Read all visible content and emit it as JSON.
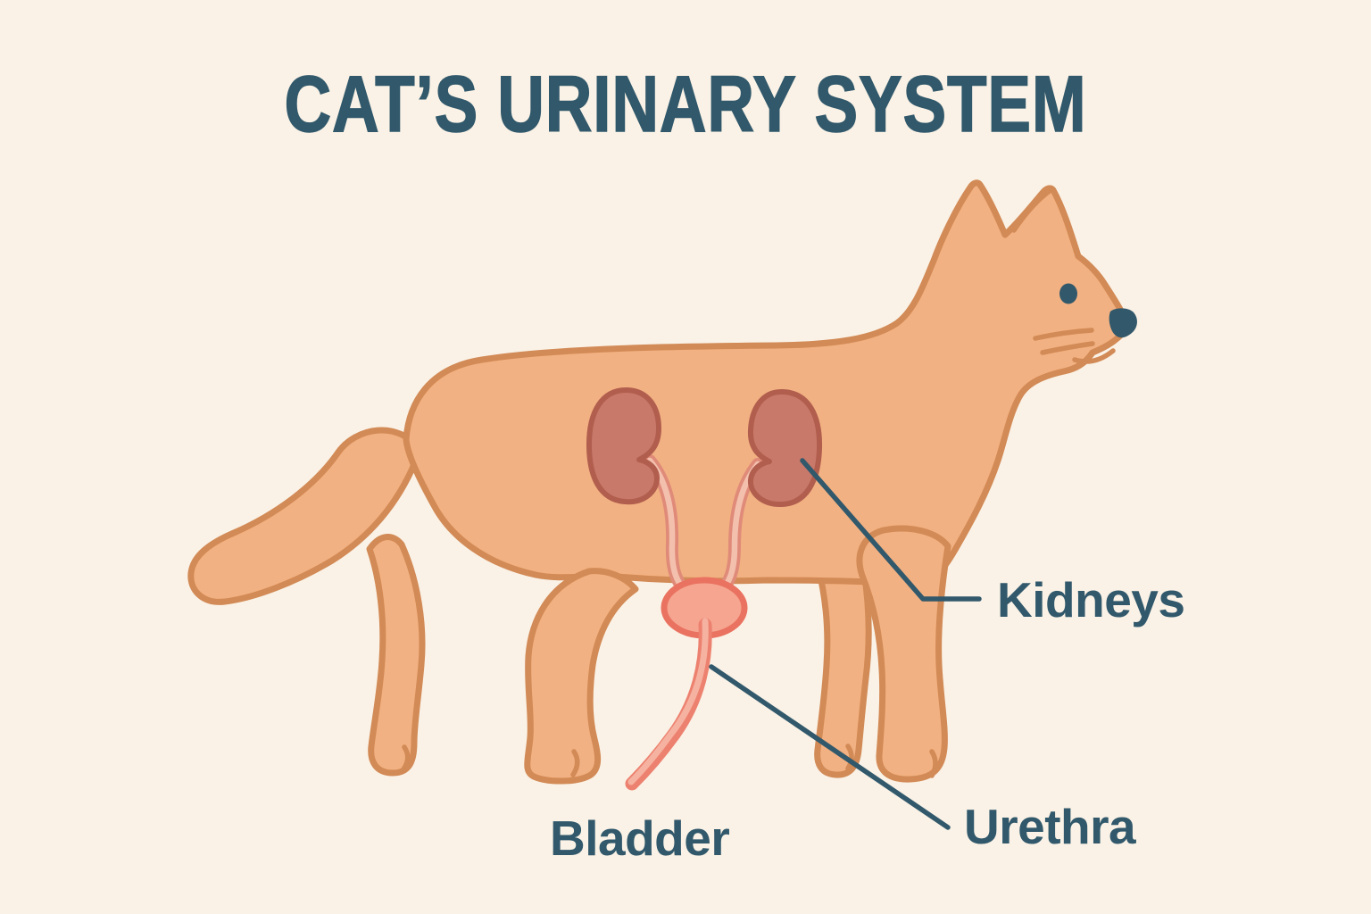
{
  "title": "CAT’S URINARY SYSTEM",
  "diagram": {
    "subject": "cat-urinary-system",
    "labels": [
      {
        "id": "kidneys",
        "text": "Kidneys",
        "leader_line": true
      },
      {
        "id": "bladder",
        "text": "Bladder",
        "leader_line": false
      },
      {
        "id": "urethra",
        "text": "Urethra",
        "leader_line": true
      }
    ]
  },
  "colors": {
    "bg": "#FAF2E6",
    "ink": "#31586B",
    "body_fill": "#F2B182",
    "body_outline": "#D28A56",
    "kidney_fill": "#C8796A",
    "kidney_outline": "#B15E4E",
    "ureter_outer": "#E08B79",
    "ureter_inner": "#F4C0AE",
    "bladder_fill": "#F5A590",
    "bladder_outline": "#EA7260",
    "urethra_outer": "#ED8170",
    "urethra_inner": "#F6B2A0"
  }
}
